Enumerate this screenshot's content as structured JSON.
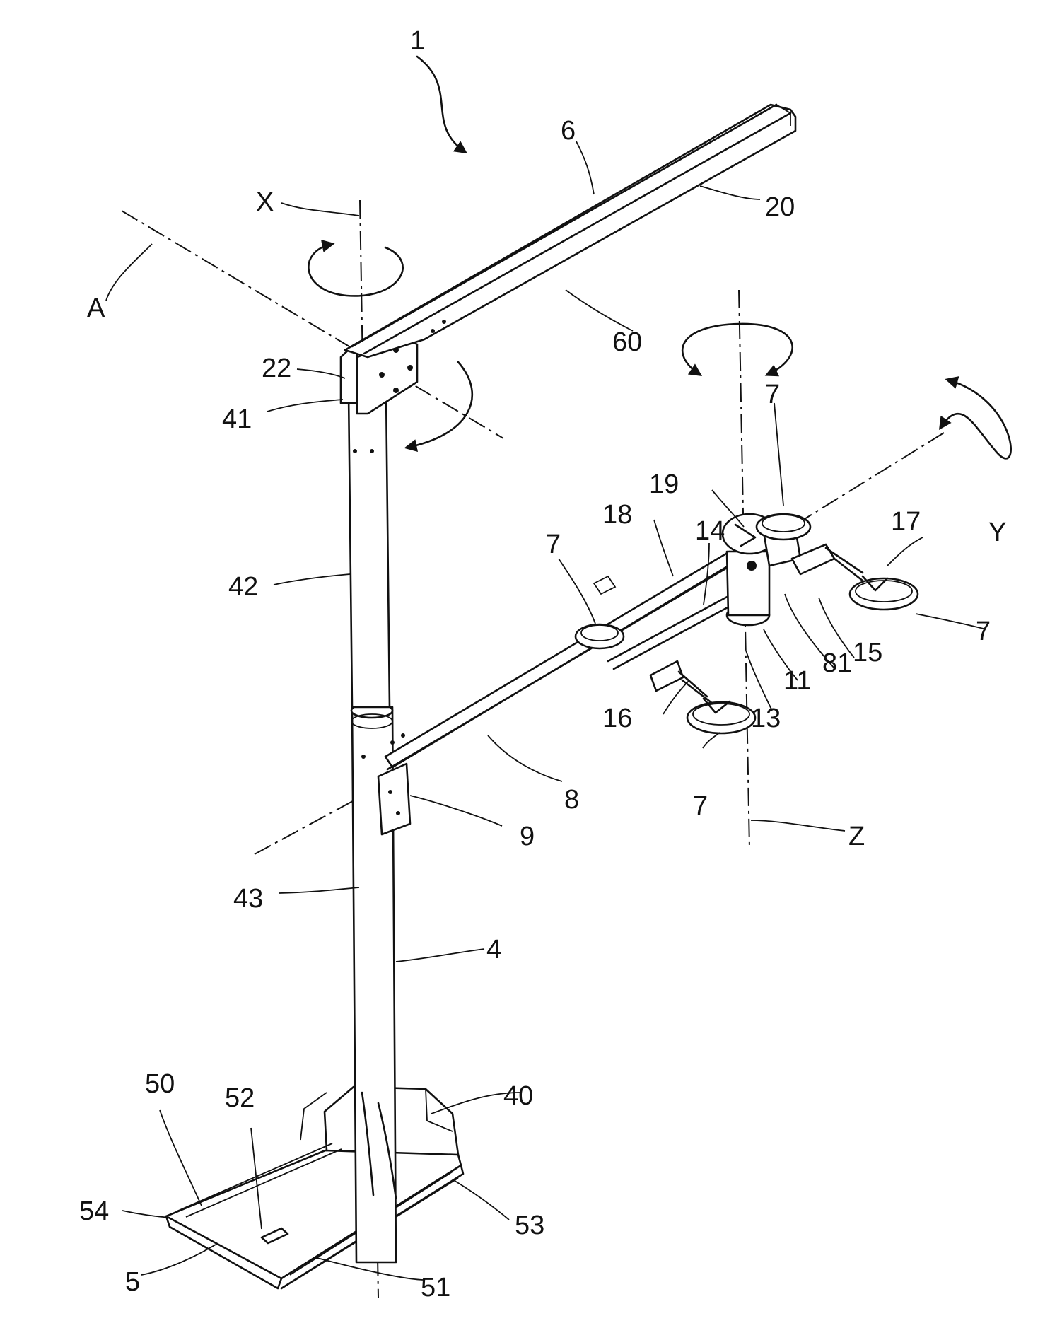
{
  "figure": {
    "labels": {
      "l1": "1",
      "l6": "6",
      "l20": "20",
      "lX": "X",
      "lA": "A",
      "l60": "60",
      "l22": "22",
      "l41": "41",
      "l7a": "7",
      "l19": "19",
      "l18": "18",
      "l14": "14",
      "l17": "17",
      "lY": "Y",
      "l7b": "7",
      "l42": "42",
      "l7c": "7",
      "l15": "15",
      "l81": "81",
      "l11": "11",
      "l13": "13",
      "l16": "16",
      "l7d": "7",
      "l8": "8",
      "lZ": "Z",
      "l9": "9",
      "l43": "43",
      "l4": "4",
      "l50": "50",
      "l52": "52",
      "l40": "40",
      "l54": "54",
      "l53": "53",
      "l5": "5",
      "l51": "51"
    }
  }
}
